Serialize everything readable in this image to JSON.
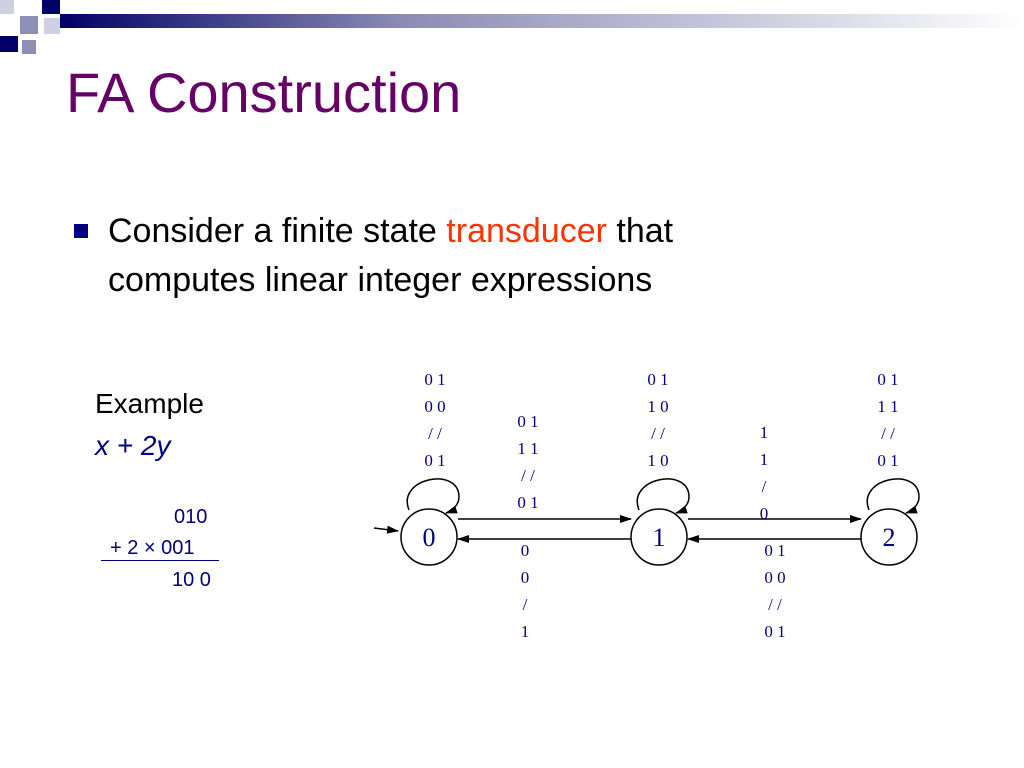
{
  "slide": {
    "title": "FA Construction",
    "bullet_pre": "Consider a finite state ",
    "bullet_highlight": "transducer",
    "bullet_post": " that computes linear integer expressions",
    "highlight_color": "#ff3300",
    "title_color": "#660066",
    "text_accent_color": "#000080"
  },
  "example": {
    "label": "Example",
    "expression": "x + 2y",
    "line1": "010",
    "line2": "+ 2 × 001",
    "result": "10 0"
  },
  "automaton": {
    "states": [
      "0",
      "1",
      "2"
    ],
    "start_state": "0",
    "labels": {
      "loop0": [
        "0 1",
        "0 0",
        "/ /",
        "0 1"
      ],
      "loop1": [
        "0 1",
        "1 0",
        "/ /",
        "1 0"
      ],
      "loop2": [
        "0 1",
        "1 1",
        "/ /",
        "0 1"
      ],
      "edge01": [
        "0 1",
        "1 1",
        "/ /",
        "0 1"
      ],
      "edge10": [
        "0",
        "0",
        "/",
        "1"
      ],
      "edge12": [
        "1",
        "1",
        "/",
        "0"
      ],
      "edge21": [
        "0 1",
        "0 0",
        "/ /",
        "0 1"
      ]
    },
    "label_color": "#000080"
  }
}
